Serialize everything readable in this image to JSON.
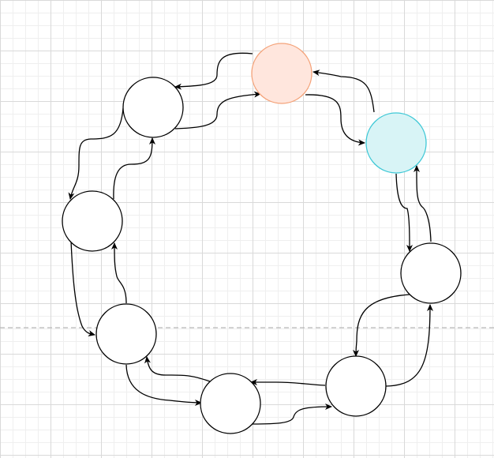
{
  "diagram": {
    "nodes": [
      {
        "id": "top",
        "fill": "#ffe6dd",
        "stroke": "#f4a37a"
      },
      {
        "id": "right-top",
        "fill": "#d8f4f6",
        "stroke": "#3ec8d6"
      },
      {
        "id": "upper-left",
        "fill": "#ffffff",
        "stroke": "#000000"
      },
      {
        "id": "left",
        "fill": "#ffffff",
        "stroke": "#000000"
      },
      {
        "id": "right",
        "fill": "#ffffff",
        "stroke": "#000000"
      },
      {
        "id": "lower-left",
        "fill": "#ffffff",
        "stroke": "#000000"
      },
      {
        "id": "bottom-right",
        "fill": "#ffffff",
        "stroke": "#000000"
      },
      {
        "id": "bottom",
        "fill": "#ffffff",
        "stroke": "#000000"
      }
    ],
    "edges": [
      {
        "from": "top",
        "to": "upper-left"
      },
      {
        "from": "upper-left",
        "to": "top"
      },
      {
        "from": "top",
        "to": "right-top"
      },
      {
        "from": "right-top",
        "to": "top"
      },
      {
        "from": "upper-left",
        "to": "left"
      },
      {
        "from": "left",
        "to": "upper-left"
      },
      {
        "from": "right-top",
        "to": "right"
      },
      {
        "from": "right",
        "to": "right-top"
      },
      {
        "from": "left",
        "to": "lower-left"
      },
      {
        "from": "lower-left",
        "to": "left"
      },
      {
        "from": "right",
        "to": "bottom-right"
      },
      {
        "from": "bottom-right",
        "to": "right"
      },
      {
        "from": "lower-left",
        "to": "bottom"
      },
      {
        "from": "bottom",
        "to": "lower-left"
      },
      {
        "from": "bottom-right",
        "to": "bottom"
      },
      {
        "from": "bottom",
        "to": "bottom-right"
      }
    ],
    "page_break_color": "#b8b8b8"
  }
}
